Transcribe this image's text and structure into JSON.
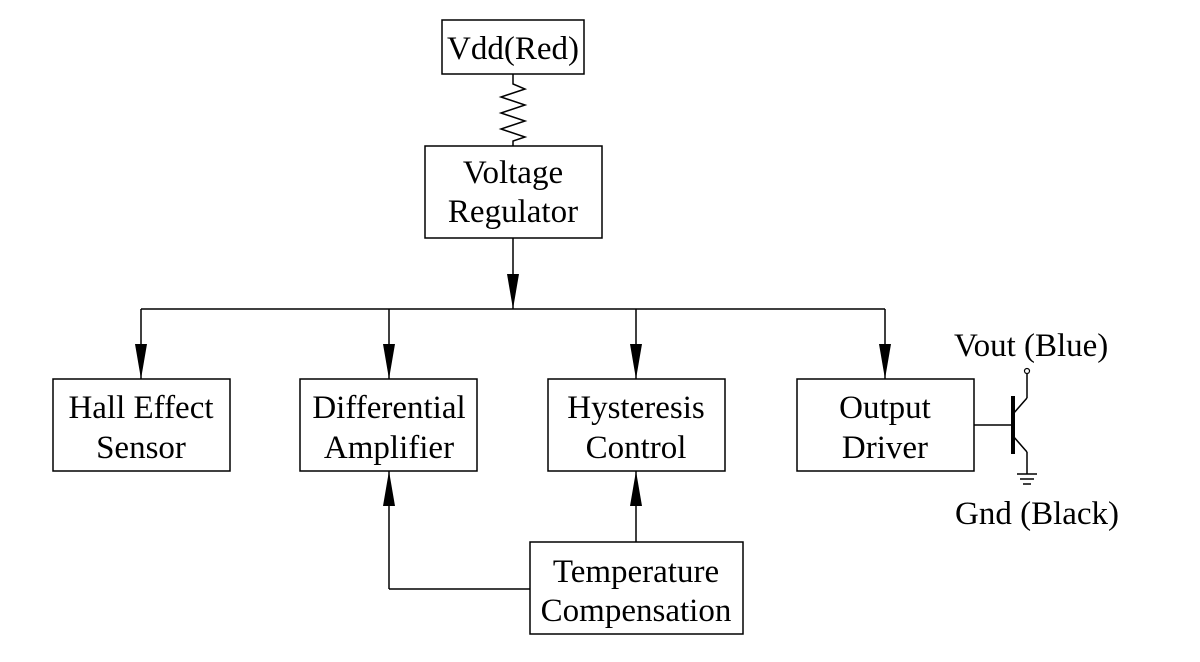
{
  "diagram": {
    "supply_label": "Vdd(Red)",
    "regulator": {
      "line1": "Voltage",
      "line2": "Regulator"
    },
    "hall_sensor": {
      "line1": "Hall Effect",
      "line2": "Sensor"
    },
    "diff_amp": {
      "line1": "Differential",
      "line2": "Amplifier"
    },
    "hysteresis": {
      "line1": "Hysteresis",
      "line2": "Control"
    },
    "output_driver": {
      "line1": "Output",
      "line2": "Driver"
    },
    "temp_comp": {
      "line1": "Temperature",
      "line2": "Compensation"
    },
    "vout_label": "Vout (Blue)",
    "gnd_label": "Gnd (Black)"
  }
}
